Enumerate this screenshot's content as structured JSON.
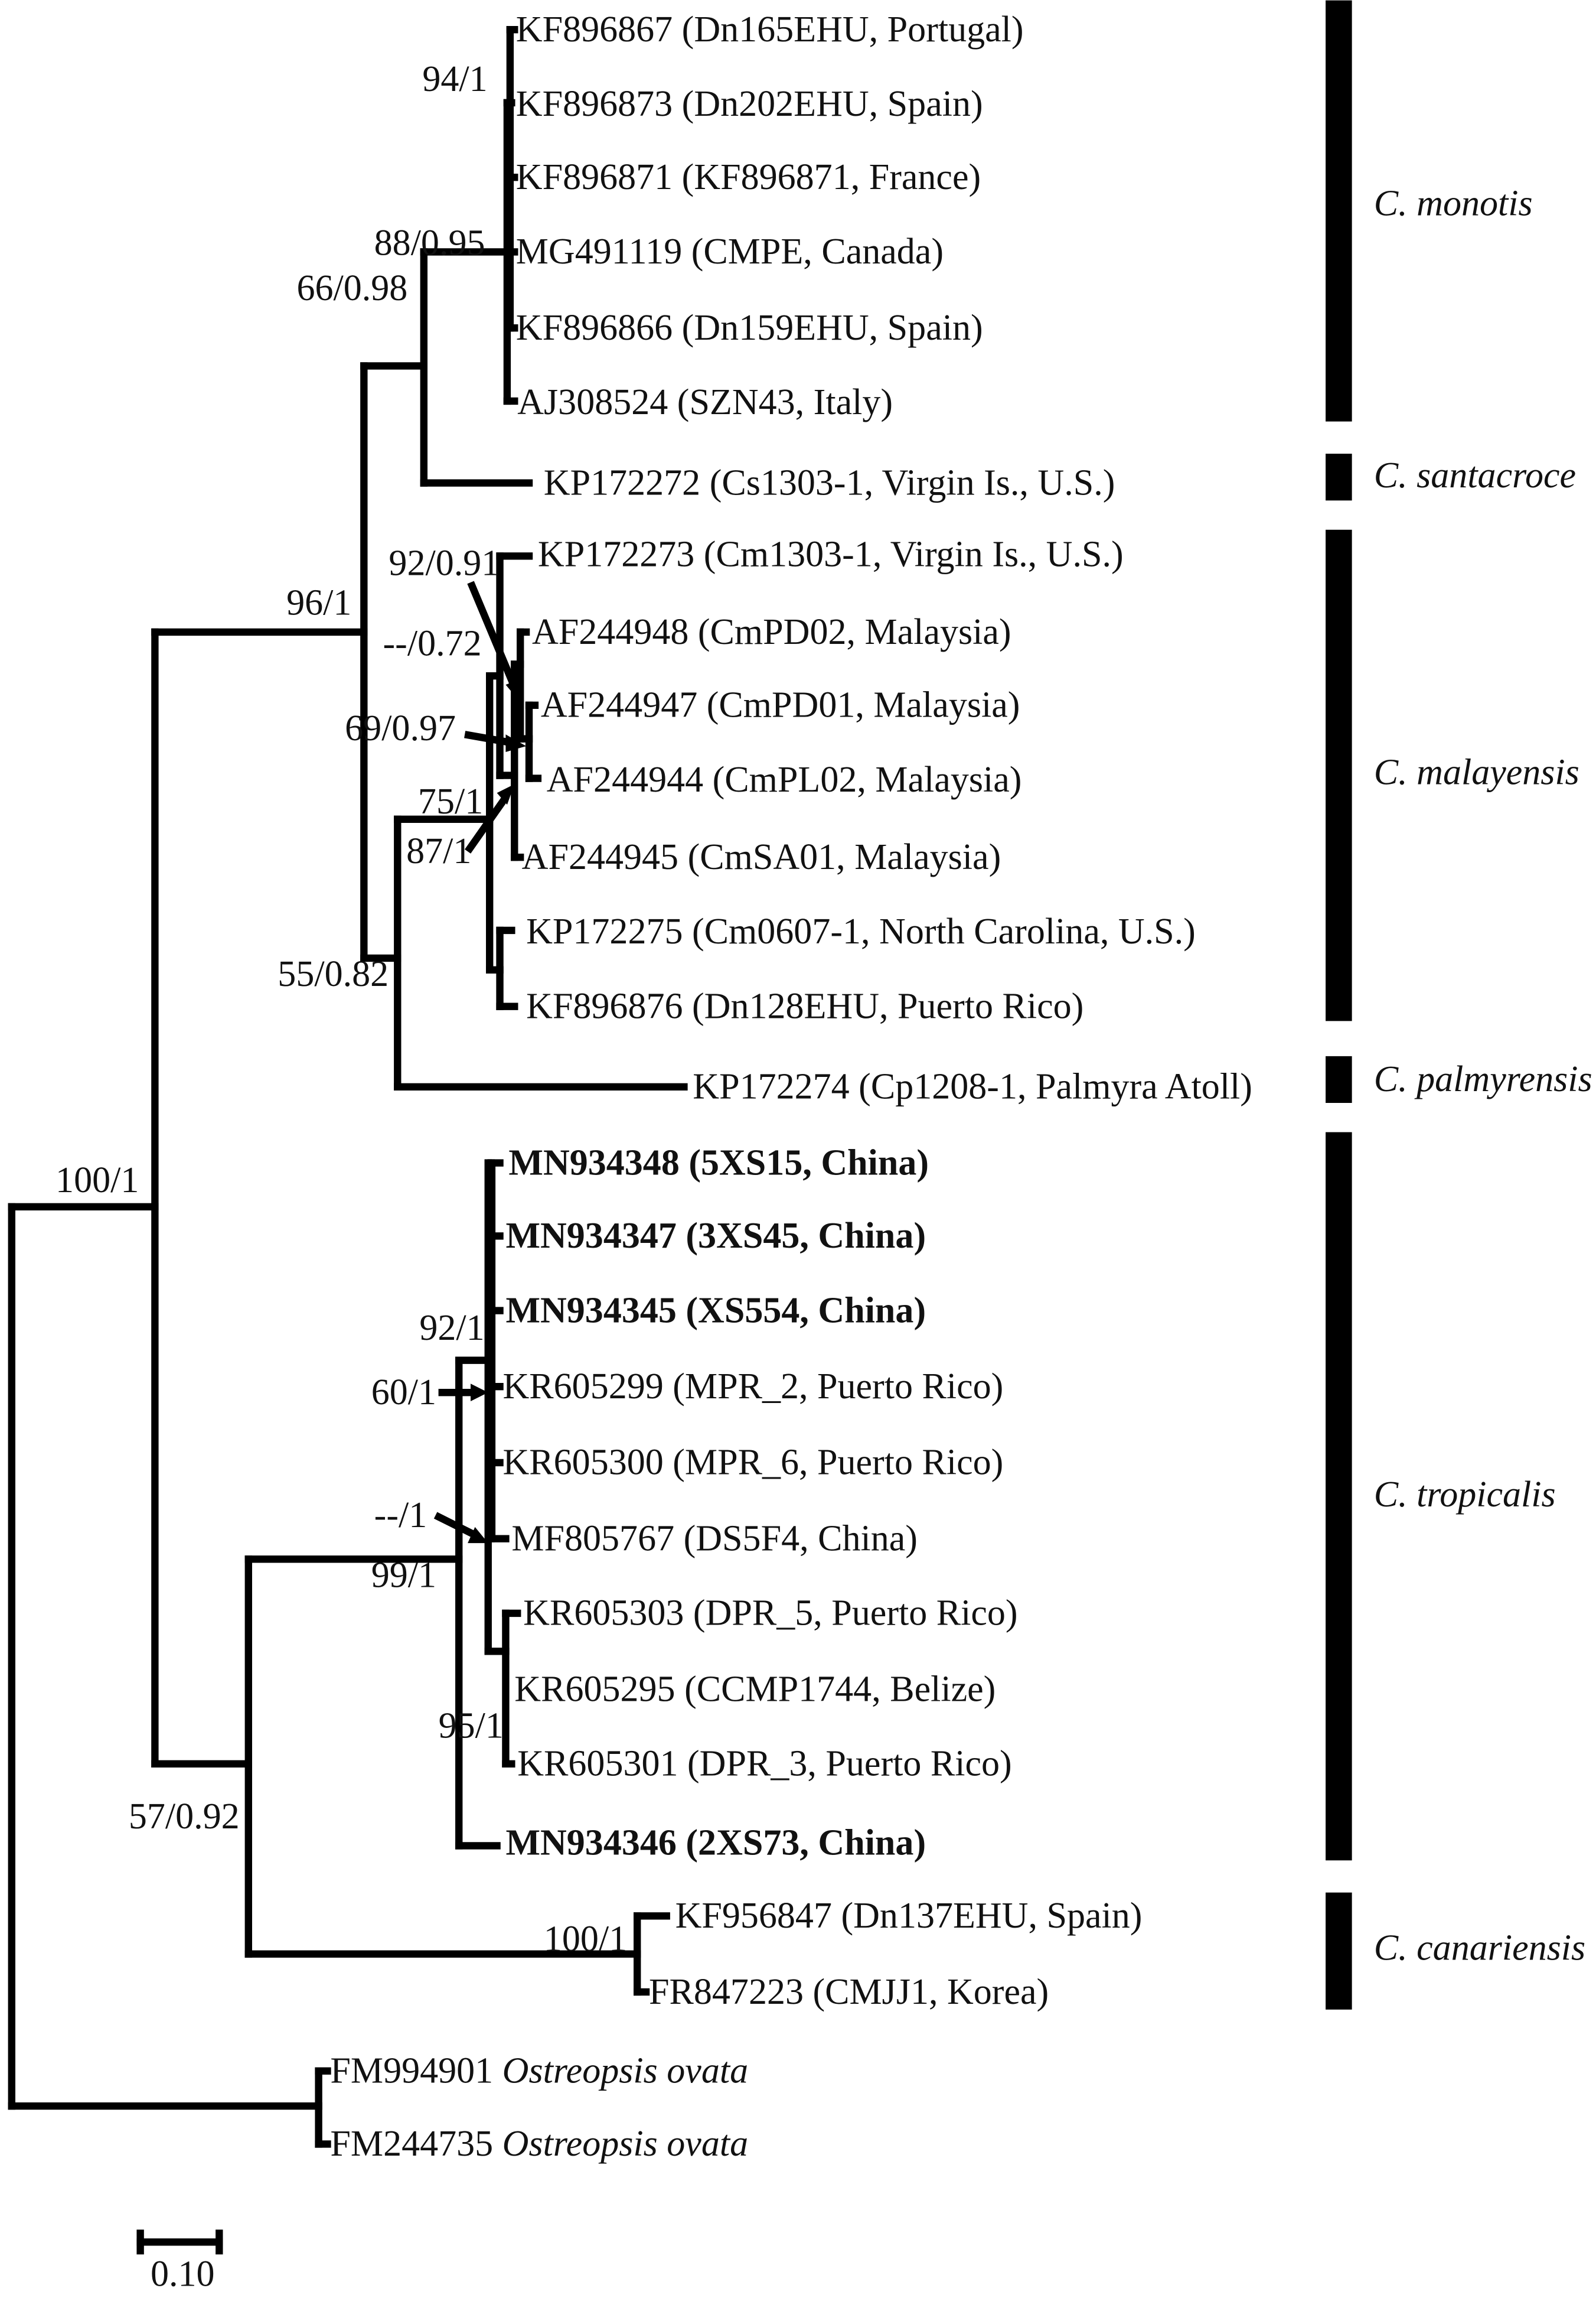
{
  "taxa": {
    "kf896867": {
      "text": "KF896867 (Dn165EHU, Portugal)"
    },
    "kf896873": {
      "text": "KF896873 (Dn202EHU, Spain)"
    },
    "kf896871": {
      "text": "KF896871 (KF896871, France)"
    },
    "mg491119": {
      "text": "MG491119 (CMPE, Canada)"
    },
    "kf896866": {
      "text": "KF896866 (Dn159EHU, Spain)"
    },
    "aj308524": {
      "text": "AJ308524 (SZN43, Italy)"
    },
    "kp172272": {
      "text": "KP172272 (Cs1303-1, Virgin Is., U.S.)"
    },
    "kp172273": {
      "text": "KP172273 (Cm1303-1, Virgin Is., U.S.)"
    },
    "af244948": {
      "text": "AF244948 (CmPD02, Malaysia)"
    },
    "af244947": {
      "text": "AF244947 (CmPD01, Malaysia)"
    },
    "af244944": {
      "text": "AF244944 (CmPL02, Malaysia)"
    },
    "af244945": {
      "text": "AF244945 (CmSA01, Malaysia)"
    },
    "kp172275": {
      "text": "KP172275 (Cm0607-1, North Carolina, U.S.)"
    },
    "kf896876": {
      "text": "KF896876 (Dn128EHU, Puerto Rico)"
    },
    "kp172274": {
      "text": "KP172274 (Cp1208-1, Palmyra Atoll)"
    },
    "mn934348": {
      "text": "MN934348 (5XS15, China)",
      "bold": true
    },
    "mn934347": {
      "text": "MN934347 (3XS45, China)",
      "bold": true
    },
    "mn934345": {
      "text": "MN934345 (XS554, China)",
      "bold": true
    },
    "kr605299": {
      "text": "KR605299 (MPR_2, Puerto Rico)"
    },
    "kr605300": {
      "text": "KR605300 (MPR_6, Puerto Rico)"
    },
    "mf805767": {
      "text": "MF805767 (DS5F4, China)"
    },
    "kr605303": {
      "text": "KR605303 (DPR_5, Puerto Rico)"
    },
    "kr605295": {
      "text": "KR605295 (CCMP1744, Belize)"
    },
    "kr605301": {
      "text": "KR605301 (DPR_3, Puerto Rico)"
    },
    "mn934346": {
      "text": "MN934346 (2XS73, China)",
      "bold": true
    },
    "kf956847": {
      "text": "KF956847 (Dn137EHU, Spain)"
    },
    "fr847223": {
      "text": "FR847223 (CMJJ1, Korea)"
    },
    "fm994901": {
      "accession": "FM994901",
      "species": "Ostreopsis ovata"
    },
    "fm244735": {
      "accession": "FM244735",
      "species": "Ostreopsis ovata"
    }
  },
  "support": {
    "s94_1": "94/1",
    "s88_095": "88/0.95",
    "s66_098": "66/0.98",
    "s96_1": "96/1",
    "s92_091": "92/0.91",
    "sdash_072": "--/0.72",
    "s69_097": "69/0.97",
    "s75_1": "75/1",
    "s87_1": "87/1",
    "s55_082": "55/0.82",
    "s100_1_root": "100/1",
    "s92_1": "92/1",
    "s60_1": "60/1",
    "sdash_1": "--/1",
    "s99_1": "99/1",
    "s95_1": "95/1",
    "s57_092": "57/0.92",
    "s100_1_can": "100/1"
  },
  "clades": {
    "monotis": "C. monotis",
    "santacroce": "C. santacroce",
    "malayensis": "C. malayensis",
    "palmyrensis": "C. palmyrensis",
    "tropicalis": "C. tropicalis",
    "canariensis": "C. canariensis"
  },
  "scale": {
    "label": "0.10"
  }
}
